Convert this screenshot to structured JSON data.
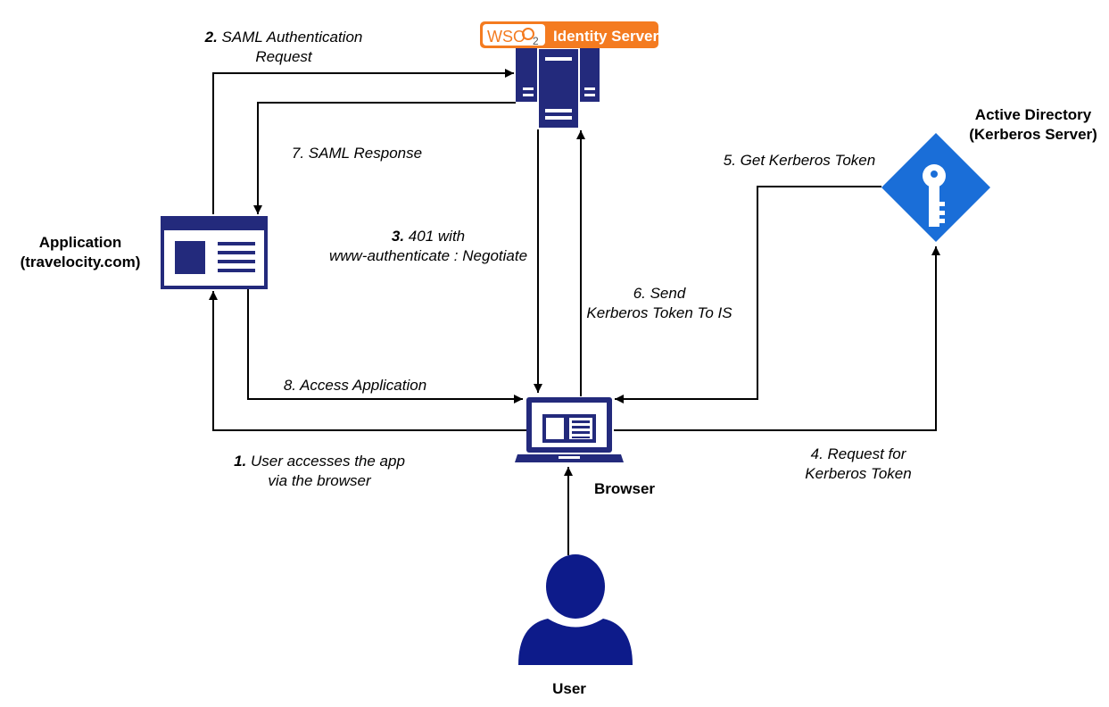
{
  "nodes": {
    "identity_server": {
      "brand_prefix": "WSO",
      "brand_sub": "2",
      "product": "Identity Server"
    },
    "application": {
      "line1": "Application",
      "line2": "(travelocity.com)"
    },
    "active_directory": {
      "line1": "Active Directory",
      "line2": "(Kerberos Server)"
    },
    "browser": {
      "label": "Browser"
    },
    "user": {
      "label": "User"
    }
  },
  "steps": [
    {
      "num": "1.",
      "line1": "User accesses the app",
      "line2": "via the browser"
    },
    {
      "num": "2.",
      "line1": "SAML Authentication",
      "line2": "Request"
    },
    {
      "num": "3.",
      "line1": "401 with",
      "line2": "www-authenticate : Negotiate"
    },
    {
      "num": "",
      "line1": "4. Request for",
      "line2": "Kerberos Token"
    },
    {
      "num": "",
      "line1": "5. Get Kerberos Token",
      "line2": ""
    },
    {
      "num": "",
      "line1": "6. Send",
      "line2": "Kerberos Token To IS"
    },
    {
      "num": "",
      "line1": "7. SAML Response",
      "line2": ""
    },
    {
      "num": "",
      "line1": "8. Access Application",
      "line2": ""
    }
  ],
  "colors": {
    "icon_navy": "#232a7c",
    "ad_blue": "#1a6ed8",
    "wso2_orange": "#f47b20",
    "line": "#000000"
  }
}
